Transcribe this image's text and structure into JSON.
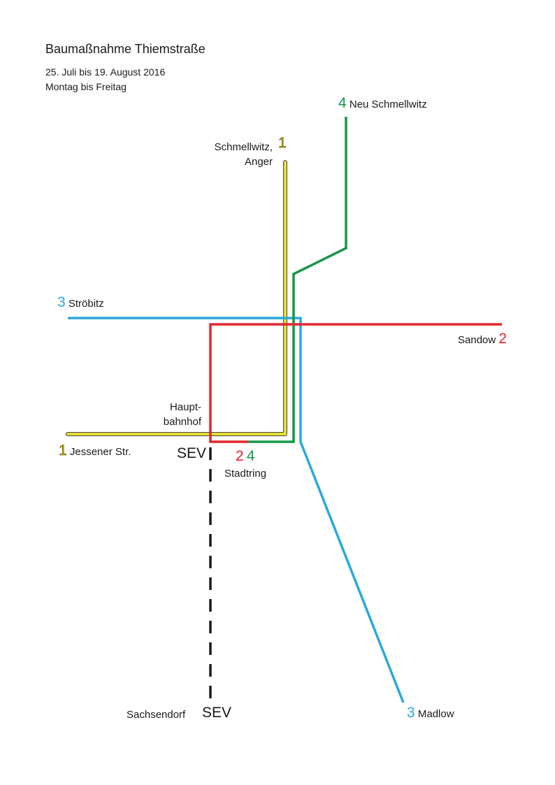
{
  "header": {
    "title": "Baumaßnahme Thiemstraße",
    "date_range": "25. Juli bis 19. August 2016",
    "days": "Montag bis Freitag"
  },
  "colors": {
    "line_1": "#f4ec2a",
    "line_2": "#e1262e",
    "line_3": "#2aa9dc",
    "line_4": "#149845",
    "sev": "#1a1a1a"
  },
  "lines": [
    {
      "number": "1",
      "termini": [
        "Schmellwitz, Anger",
        "Jessener Str."
      ]
    },
    {
      "number": "2",
      "termini": [
        "Sandow",
        "Stadtring"
      ]
    },
    {
      "number": "3",
      "termini": [
        "Ströbitz",
        "Madlow"
      ]
    },
    {
      "number": "4",
      "termini": [
        "Neu Schmellwitz",
        "Stadtring"
      ]
    }
  ],
  "labels": {
    "neu_schmellwitz_num": "4",
    "neu_schmellwitz": "Neu Schmellwitz",
    "schmellwitz_line1": "Schmellwitz,",
    "schmellwitz_line2": "Anger",
    "schmellwitz_num": "1",
    "stroebitz_num": "3",
    "stroebitz": "Ströbitz",
    "sandow": "Sandow",
    "sandow_num": "2",
    "hbf_line1": "Haupt-",
    "hbf_line2": "bahnhof",
    "jessener_num": "1",
    "jessener": "Jessener Str.",
    "sev_top": "SEV",
    "stadtring_num_2": "2",
    "stadtring_num_4": "4",
    "stadtring": "Stadtring",
    "sachsendorf": "Sachsendorf",
    "sev_bottom": "SEV",
    "madlow_num": "3",
    "madlow": "Madlow"
  }
}
